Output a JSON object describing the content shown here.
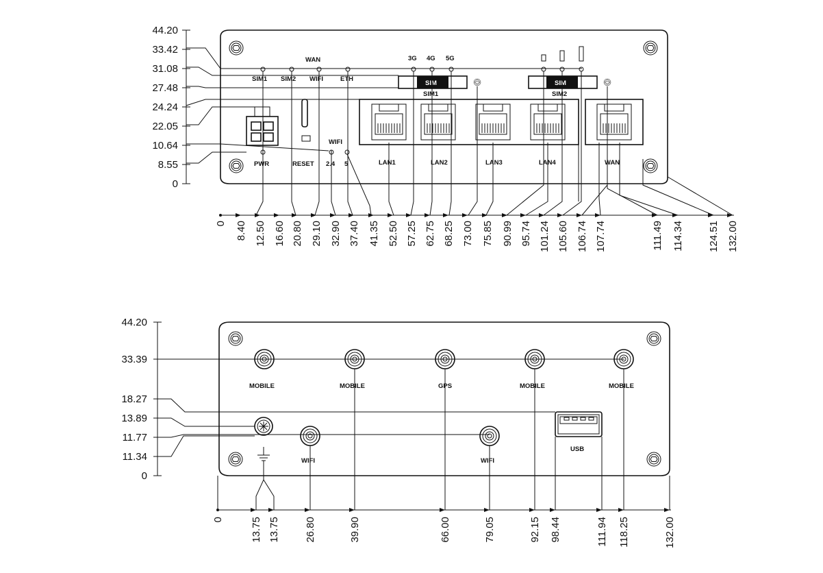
{
  "top_view": {
    "y_dimensions": [
      "44.20",
      "33.42",
      "31.08",
      "27.48",
      "24.24",
      "22.05",
      "10.64",
      "8.55",
      "0"
    ],
    "x_dimensions": [
      "0",
      "8.40",
      "12.50",
      "16.60",
      "20.80",
      "29.10",
      "32.90",
      "37.40",
      "41.35",
      "52.50",
      "57.25",
      "62.75",
      "68.25",
      "73.00",
      "75.85",
      "90.99",
      "95.74",
      "101.24",
      "105.60",
      "106.74",
      "107.74",
      "111.49",
      "114.34",
      "124.51",
      "132.00"
    ],
    "labels": {
      "wan": "WAN",
      "sim1": "SIM1",
      "sim2": "SIM2",
      "wifi": "WIFI",
      "eth": "ETH",
      "net_3g": "3G",
      "net_4g": "4G",
      "net_5g": "5G",
      "sim_slot_1": "SIM",
      "sim_slot_1_caption": "SIM1",
      "sim_slot_2": "SIM",
      "sim_slot_2_caption": "SIM2",
      "wifi_group": "WIFI",
      "wifi_24": "2.4",
      "wifi_5": "5",
      "pwr": "PWR",
      "reset": "RESET",
      "lan1": "LAN1",
      "lan2": "LAN2",
      "lan3": "LAN3",
      "lan4": "LAN4",
      "wan_port": "WAN"
    }
  },
  "bottom_view": {
    "y_dimensions": [
      "44.20",
      "33.39",
      "18.27",
      "13.89",
      "11.77",
      "11.34",
      "0"
    ],
    "x_dimensions": [
      "0",
      "13.75",
      "13.75",
      "26.80",
      "39.90",
      "66.00",
      "79.05",
      "92.15",
      "98.44",
      "111.94",
      "118.25",
      "132.00"
    ],
    "labels": {
      "mobile_1": "MOBILE",
      "mobile_2": "MOBILE",
      "gps": "GPS",
      "mobile_3": "MOBILE",
      "mobile_4": "MOBILE",
      "wifi_1": "WIFI",
      "wifi_2": "WIFI",
      "usb": "USB"
    }
  }
}
